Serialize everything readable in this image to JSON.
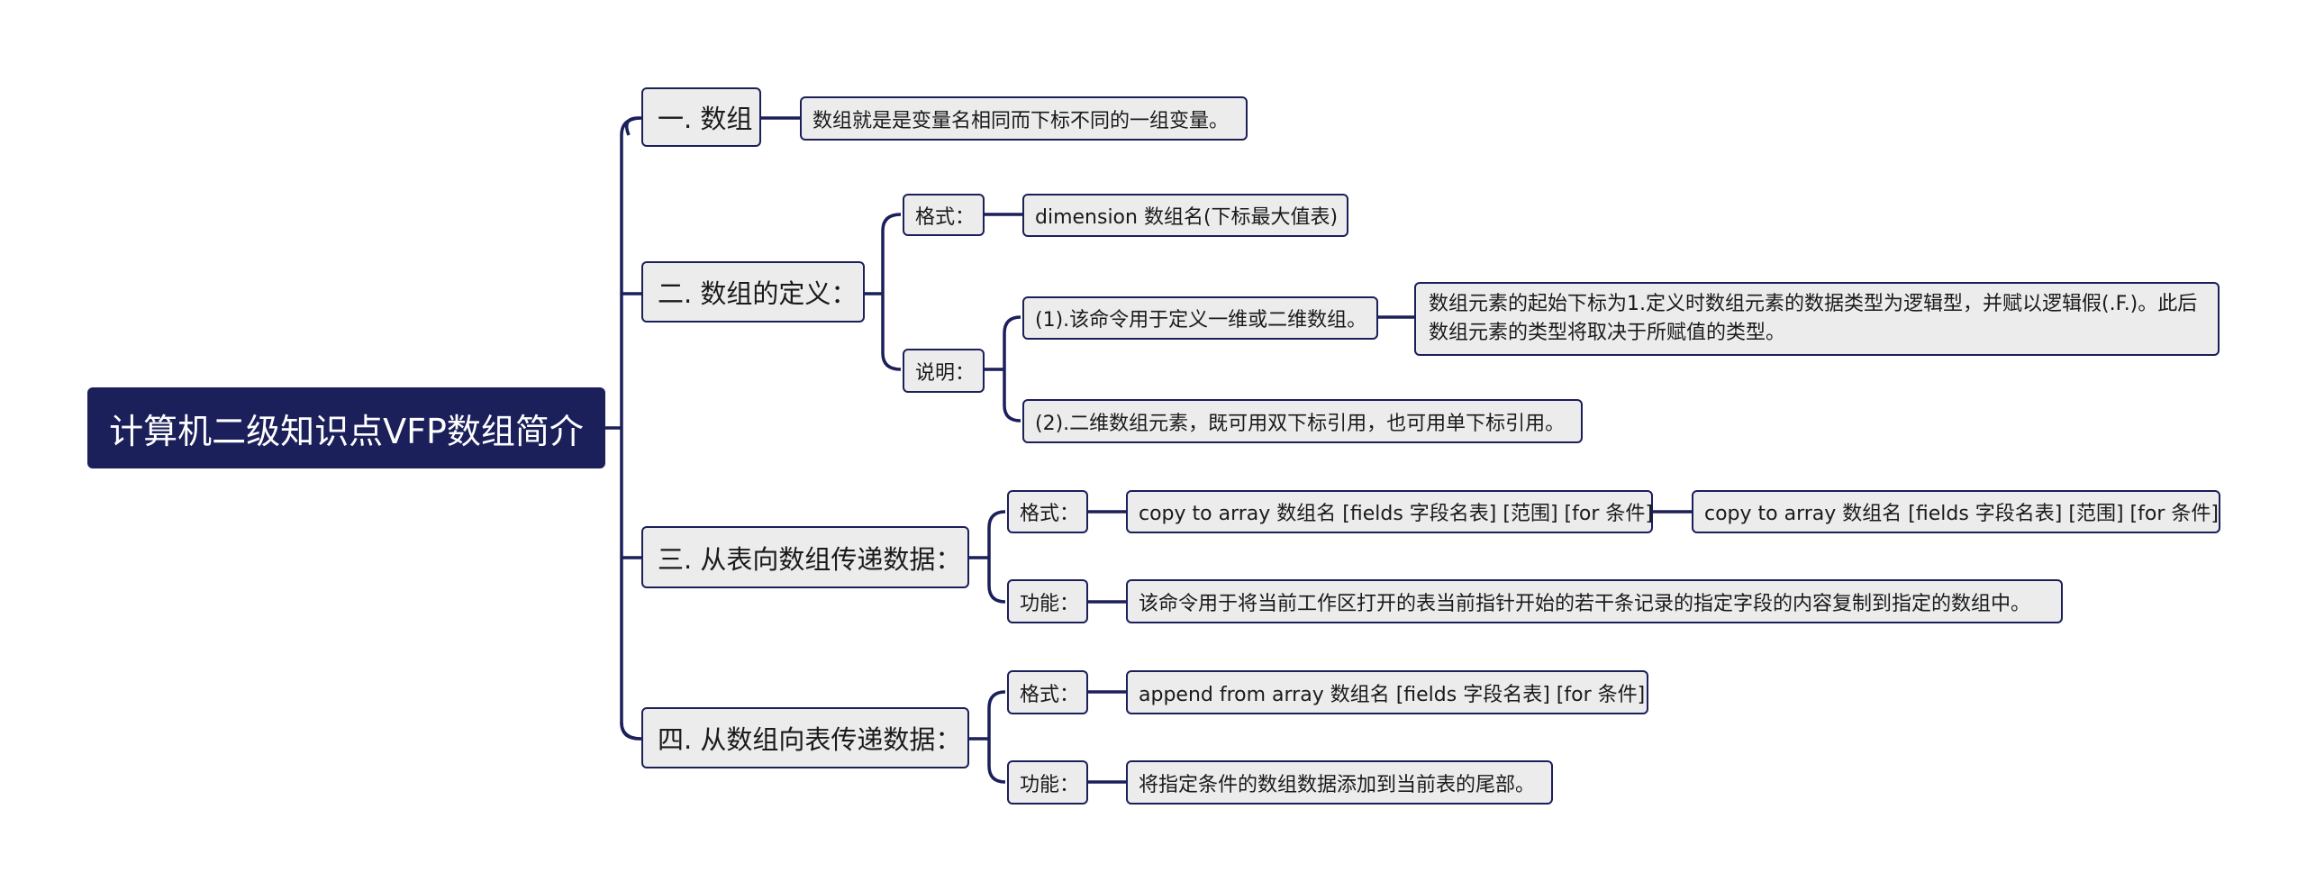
{
  "root": "计算机二级知识点VFP数组简介",
  "s1": {
    "title": "一. 数组",
    "desc": "数组就是是变量名相同而下标不同的一组变量。"
  },
  "s2": {
    "title": "二. 数组的定义：",
    "format_label": "格式：",
    "format_text": "dimension 数组名(下标最大值表)",
    "note_label": "说明：",
    "note1": "(1).该命令用于定义一维或二维数组。",
    "note1_detail": "数组元素的起始下标为1.定义时数组元素的数据类型为逻辑型，并赋以逻辑假(.F.)。此后数组元素的类型将取决于所赋值的类型。",
    "note2": "(2).二维数组元素，既可用双下标引用，也可用单下标引用。"
  },
  "s3": {
    "title": "三. 从表向数组传递数据：",
    "format_label": "格式：",
    "format_text": "copy to array 数组名 [fields 字段名表] [范围] [for 条件]",
    "format_text2": "copy to array 数组名 [fields 字段名表] [范围] [for 条件]",
    "func_label": "功能：",
    "func_text": "该命令用于将当前工作区打开的表当前指针开始的若干条记录的指定字段的内容复制到指定的数组中。"
  },
  "s4": {
    "title": "四. 从数组向表传递数据：",
    "format_label": "格式：",
    "format_text": "append from array 数组名 [fields 字段名表] [for 条件]",
    "func_label": "功能：",
    "func_text": "将指定条件的数组数据添加到当前表的尾部。"
  },
  "colors": {
    "navy": "#1b1f5a",
    "node_bg": "#ececec"
  }
}
